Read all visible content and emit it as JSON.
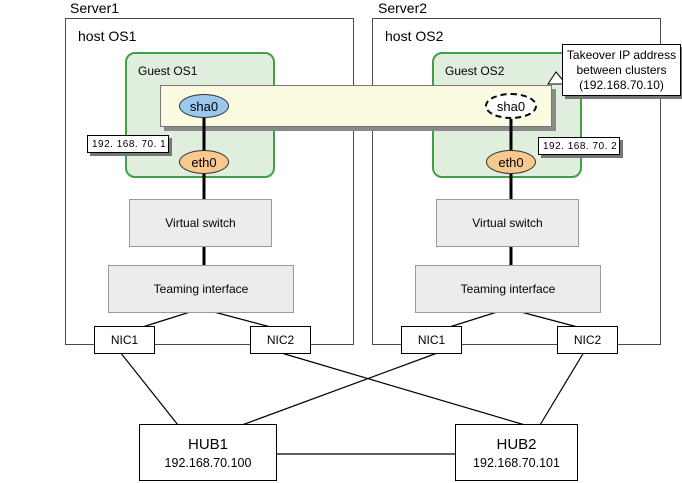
{
  "servers": [
    {
      "label": "Server1",
      "host_label": "host OS1",
      "guest_label": "Guest OS1",
      "sha_label": "sha0",
      "eth_label": "eth0",
      "ip_label": "192. 168. 70. 1",
      "virtual_switch_label": "Virtual switch",
      "teaming_label": "Teaming interface",
      "nic_left": "NIC1",
      "nic_right": "NIC2"
    },
    {
      "label": "Server2",
      "host_label": "host OS2",
      "guest_label": "Guest OS2",
      "sha_label": "sha0",
      "eth_label": "eth0",
      "ip_label": "192. 168. 70. 2",
      "virtual_switch_label": "Virtual switch",
      "teaming_label": "Teaming interface",
      "nic_left": "NIC1",
      "nic_right": "NIC2"
    }
  ],
  "takeover_callout": {
    "line1": "Takeover IP address",
    "line2": "between clusters",
    "line3": "(192.168.70.10)"
  },
  "hubs": [
    {
      "name": "HUB1",
      "ip": "192.168.70.100"
    },
    {
      "name": "HUB2",
      "ip": "192.168.70.101"
    }
  ],
  "colors": {
    "guest_border": "#3fa045",
    "guest_fill": "#dfeedd",
    "sha_fill": "#9dc8ee",
    "eth_fill": "#f7c98e",
    "banner_fill": "#fbfbe2"
  }
}
